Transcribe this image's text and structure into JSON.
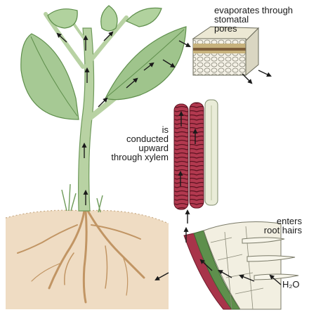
{
  "labels": {
    "evaporates": [
      "evaporates through",
      "stomatal",
      "pores"
    ],
    "xylem": [
      "is",
      "conducted",
      "upward",
      "through xylem"
    ],
    "enters": [
      "enters",
      "root hairs"
    ],
    "water": "H₂O"
  },
  "colors": {
    "leaf": "#9cc48a",
    "leaf_dark": "#5f8f4c",
    "stem": "#b9d3a6",
    "xylem": "#a8344a",
    "xylem_dark": "#6e1a2a",
    "soil": "#e8d2b6",
    "root": "#c9a070",
    "ink": "#1a1a1a"
  },
  "icons": [
    "arrow-icon"
  ]
}
